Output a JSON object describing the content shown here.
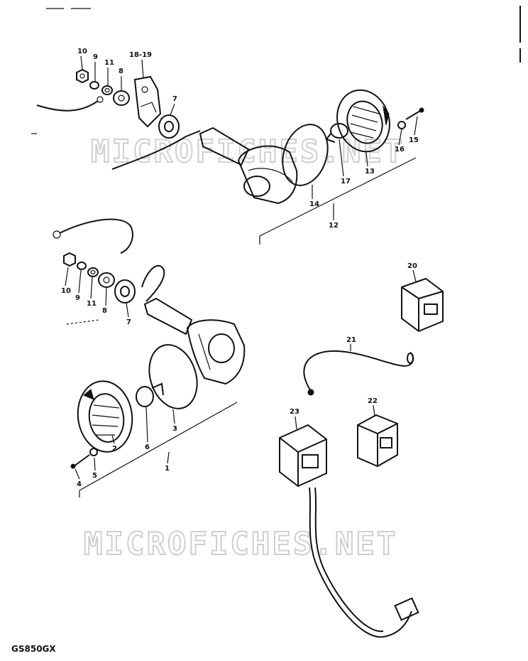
{
  "watermark_top": "MICROFICHES.NET",
  "watermark_bottom": "MICROFICHES.NET",
  "model_code": "GS850GX",
  "callouts": {
    "c10a": "10",
    "c9a": "9",
    "c11a": "11",
    "c8a": "8",
    "c1819": "18-19",
    "c7a": "7",
    "c17": "17",
    "c14": "14",
    "c13": "13",
    "c16": "16",
    "c15": "15",
    "c12": "12",
    "c10b": "10",
    "c9b": "9",
    "c11b": "11",
    "c8b": "8",
    "c7b": "7",
    "c20": "20",
    "c21": "21",
    "c22": "22",
    "c23": "23",
    "c3": "3",
    "c6": "6",
    "c2": "2",
    "c1": "1",
    "c4": "4",
    "c5": "5"
  }
}
